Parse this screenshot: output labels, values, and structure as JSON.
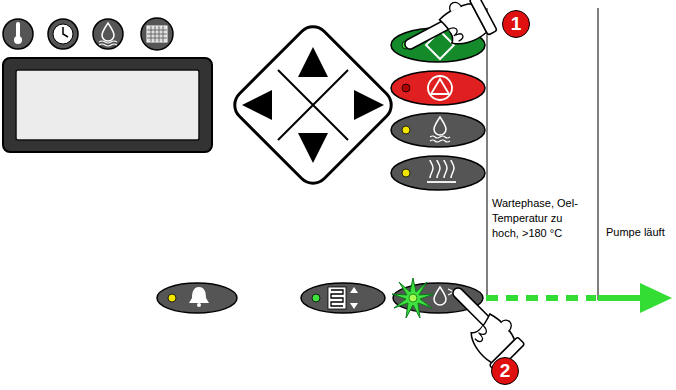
{
  "diagram": {
    "labels": [
      "1",
      "Wartephase, Oel-Temperatur zu hoch, >180 °C",
      "Pumpe läuft",
      "2"
    ]
  }
}
